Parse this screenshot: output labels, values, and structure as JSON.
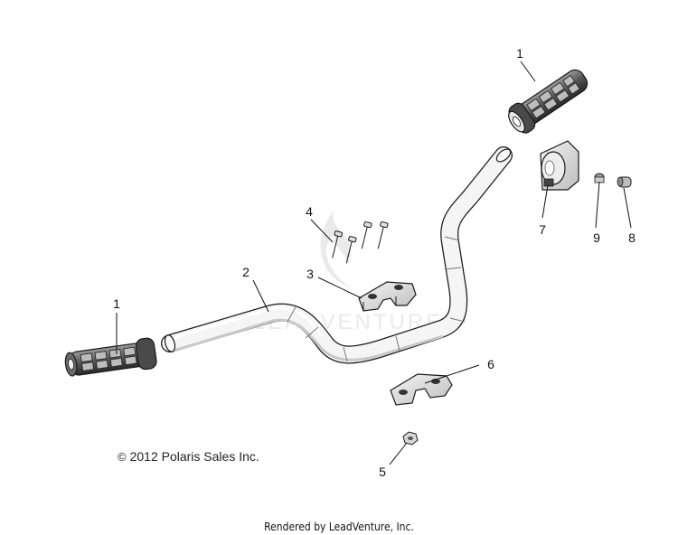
{
  "diagram": {
    "watermark_brand": "LEADVENTURE",
    "callouts": {
      "grip_left": "1",
      "grip_right": "1",
      "handlebar": "2",
      "clamp_upper": "3",
      "bolts": "4",
      "nut": "5",
      "clamp_lower": "6",
      "throttle_block": "7",
      "end_cap": "8",
      "end_insert": "9"
    },
    "copyright_mark": "©",
    "copyright_text": "2012 Polaris Sales Inc.",
    "footer": "Rendered by LeadVenture, Inc."
  },
  "colors": {
    "line": "#1a1a1a",
    "grip_dark": "#3a3a3a",
    "grip_mid": "#777777",
    "part_fill": "#e6e6e6",
    "watermark": "#d9d9d9"
  }
}
